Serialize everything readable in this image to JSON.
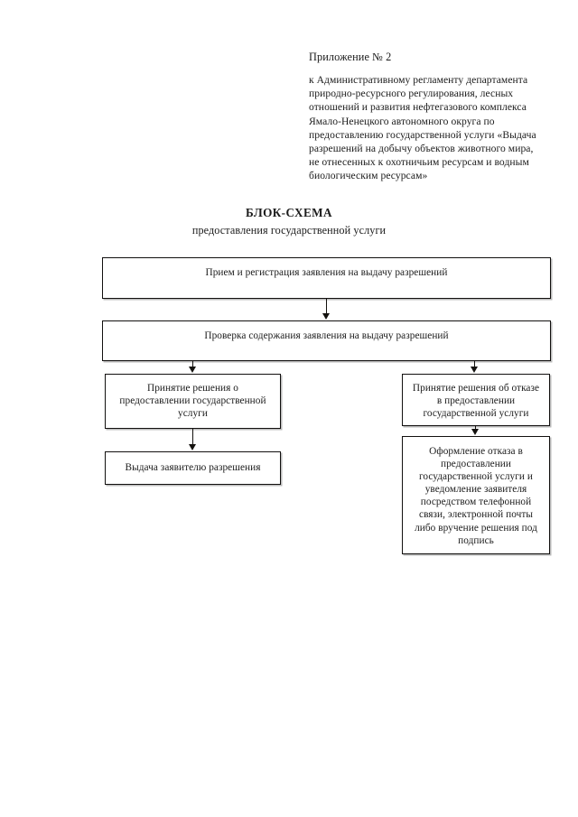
{
  "document": {
    "language": "ru",
    "background_color": "#ffffff",
    "ink_color": "#1b1b1b"
  },
  "header": {
    "appendix_label": "Приложение № 2",
    "reference_text": "к Административному регламенту департамента природно-ресурсного регулирования, лесных отношений и развития нефтегазового комплекса Ямало-Ненецкого автономного округа по предоставлению государственной услуги «Выдача разрешений на добычу объектов животного мира, не отнесенных к охотничьим ресурсам и водным биологическим ресурсам»"
  },
  "title": {
    "main": "БЛОК-СХЕМА",
    "subtitle": "предоставления государственной услуги"
  },
  "chart_data": {
    "type": "diagram",
    "diagram_kind": "flowchart",
    "title": "БЛОК-СХЕМА предоставления государственной услуги",
    "orientation": "top-down",
    "nodes": [
      {
        "id": "intake",
        "label": "Прием и регистрация заявления на выдачу разрешений",
        "shape": "rectangle",
        "column": "full",
        "order": 1
      },
      {
        "id": "review",
        "label": "Проверка содержания заявления на выдачу разрешений",
        "shape": "rectangle",
        "column": "full",
        "order": 2
      },
      {
        "id": "approve",
        "label": "Принятие решения о предоставлении  государственной услуги",
        "shape": "rectangle",
        "column": "left",
        "order": 3
      },
      {
        "id": "refuse",
        "label": "Принятие решения об отказе в предоставлении государственной услуги",
        "shape": "rectangle",
        "column": "right",
        "order": 4
      },
      {
        "id": "issue",
        "label": "Выдача заявителю разрешения",
        "shape": "rectangle",
        "column": "left",
        "order": 5
      },
      {
        "id": "refuse-notice",
        "label": "Оформление отказа в предоставлении государственной услуги и уведомление заявителя посредством телефонной связи, электронной почты либо вручение решения под подпись",
        "shape": "rectangle",
        "column": "right",
        "order": 6
      }
    ],
    "edges": [
      {
        "from": "intake",
        "to": "review",
        "style": "arrow",
        "label": ""
      },
      {
        "from": "review",
        "to": "approve",
        "style": "arrow",
        "label": ""
      },
      {
        "from": "review",
        "to": "refuse",
        "style": "arrow",
        "label": ""
      },
      {
        "from": "approve",
        "to": "issue",
        "style": "arrow",
        "label": ""
      },
      {
        "from": "refuse",
        "to": "refuse-notice",
        "style": "arrow",
        "label": ""
      }
    ]
  }
}
